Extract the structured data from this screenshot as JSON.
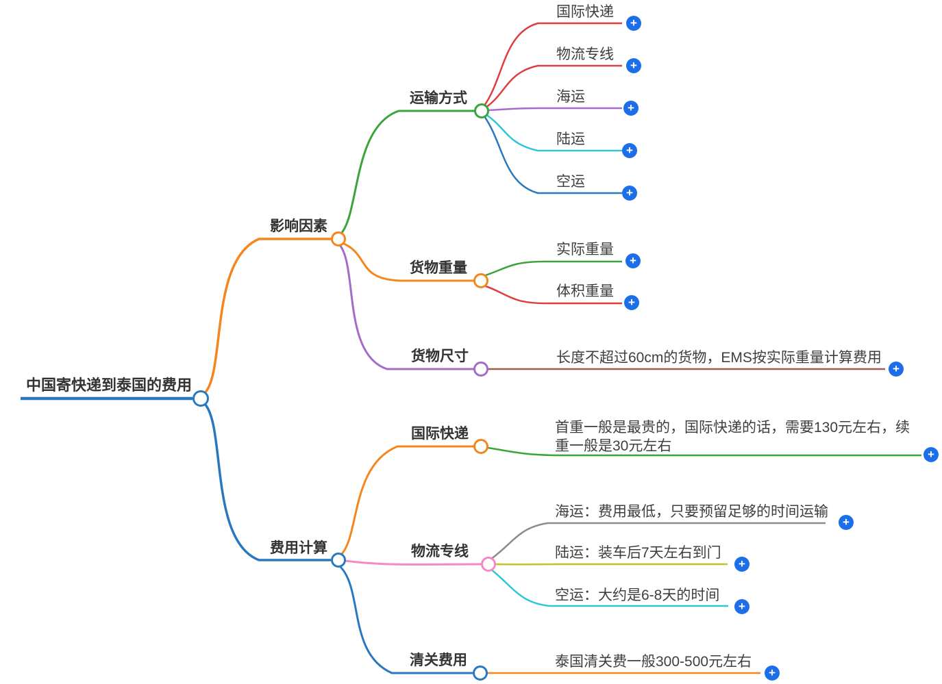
{
  "title": "中国寄快递到泰国的费用",
  "add_button": {
    "symbol": "+",
    "color": "#1c6fe8"
  },
  "palette": {
    "blue": "#2878c0",
    "orange": "#f5861e",
    "green": "#39a43a",
    "red": "#e03e3e",
    "purple": "#a46cc9",
    "cyan": "#30c6d8",
    "pink": "#f489c4",
    "gray": "#8c8c8c",
    "olive": "#c2c22a",
    "brown": "#a15b50",
    "branch_text": "#333333",
    "leaf_text": "#3e3e3e"
  },
  "root": {
    "label": "中国寄快递到泰国的费用",
    "color": "#2878c0"
  },
  "branches": [
    {
      "label": "影响因素",
      "color": "#f5861e",
      "children": [
        {
          "label": "运输方式",
          "color": "#39a43a",
          "children": [
            {
              "label": "国际快递",
              "color": "#e03e3e"
            },
            {
              "label": "物流专线",
              "color": "#e03e3e"
            },
            {
              "label": "海运",
              "color": "#a46cc9"
            },
            {
              "label": "陆运",
              "color": "#30c6d8"
            },
            {
              "label": "空运",
              "color": "#2878c0"
            }
          ]
        },
        {
          "label": "货物重量",
          "color": "#f5861e",
          "children": [
            {
              "label": "实际重量",
              "color": "#39a43a"
            },
            {
              "label": "体积重量",
              "color": "#e03e3e"
            }
          ]
        },
        {
          "label": "货物尺寸",
          "color": "#a46cc9",
          "children": [
            {
              "label": "长度不超过60cm的货物，EMS按实际重量计算费用",
              "color": "#a15b50"
            }
          ]
        }
      ]
    },
    {
      "label": "费用计算",
      "color": "#2878c0",
      "children": [
        {
          "label": "国际快递",
          "color": "#f5861e",
          "children": [
            {
              "label": "首重一般是最贵的，国际快递的话，需要130元左右，续重一般是30元左右",
              "color": "#39a43a"
            }
          ]
        },
        {
          "label": "物流专线",
          "color": "#f489c4",
          "children": [
            {
              "label": "海运：费用最低，只要预留足够的时间运输",
              "color": "#8c8c8c"
            },
            {
              "label": "陆运：装车后7天左右到门",
              "color": "#c2c22a"
            },
            {
              "label": "空运：大约是6-8天的时间",
              "color": "#30c6d8"
            }
          ]
        },
        {
          "label": "清关费用",
          "color": "#2878c0",
          "children": [
            {
              "label": "泰国清关费一般300-500元左右",
              "color": "#f5861e"
            }
          ]
        }
      ]
    }
  ]
}
